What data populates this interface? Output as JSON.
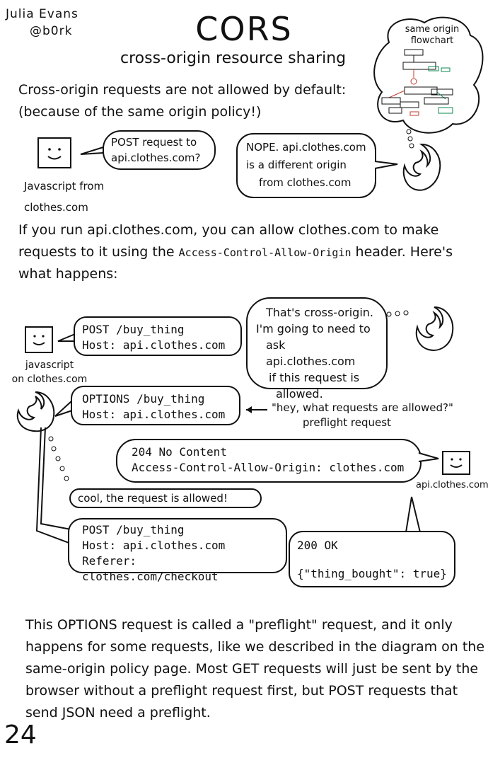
{
  "header": {
    "author_name": "Julia Evans",
    "author_handle": "@b0rk",
    "title": "CORS",
    "subtitle": "cross-origin resource sharing"
  },
  "intro": {
    "line1": "Cross-origin requests are not allowed by default:",
    "line2": "(because of the same origin policy!)"
  },
  "cloud": {
    "label": "same origin flowchart"
  },
  "scene1": {
    "js_caption_line1": "Javascript from",
    "js_caption_line2": "clothes.com",
    "request_bubble_line1": "POST request to",
    "request_bubble_line2": "api.clothes.com?",
    "nope_line1": "NOPE. api.clothes.com",
    "nope_line2": "is a different origin",
    "nope_line3": "from clothes.com"
  },
  "explanation": {
    "part1": "If you run api.clothes.com, you can allow clothes.com to make requests to it using the ",
    "header_name": "Access-Control-Allow-Origin",
    "part2": " header. Here's what happens:"
  },
  "diagram": {
    "js_caption_line1": "javascript",
    "js_caption_line2": "on clothes.com",
    "request1_line1": "POST /buy_thing",
    "request1_line2": "Host: api.clothes.com",
    "browser_thought_line1": "That's cross-origin.",
    "browser_thought_line2": "I'm going to need to",
    "browser_thought_line3": "ask api.clothes.com",
    "browser_thought_line4": "if this request is",
    "browser_thought_line5": "allowed.",
    "options_line1": "OPTIONS /buy_thing",
    "options_line2": "Host: api.clothes.com",
    "preflight_note_line1": "\"hey, what requests are allowed?\"",
    "preflight_note_line2": "preflight request",
    "response204_line1": "204 No Content",
    "response204_line2": "Access-Control-Allow-Origin: clothes.com",
    "api_caption": "api.clothes.com",
    "cool_text": "cool, the request is allowed!",
    "request2_line1": "POST /buy_thing",
    "request2_line2": "Host: api.clothes.com",
    "request2_line3": "Referer: clothes.com/checkout",
    "response200_line1": "200 OK",
    "response200_line2": "{\"thing_bought\": true}"
  },
  "footer": {
    "paragraph": "This OPTIONS request is called a \"preflight\" request, and it only happens for some requests, like we described in the diagram on the same-origin policy page. Most GET requests will just be sent by the browser without a preflight request first, but POST requests that send JSON need a preflight.",
    "page_number": "24"
  }
}
